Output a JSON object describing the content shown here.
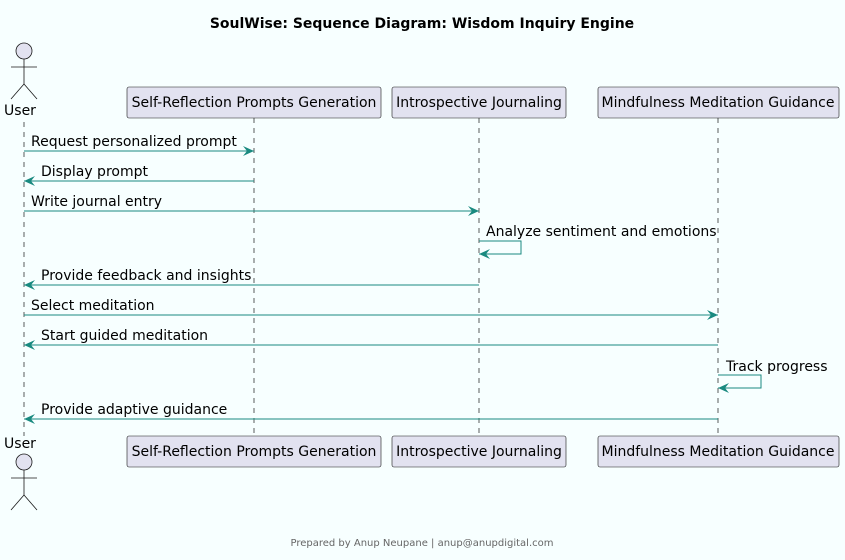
{
  "title": "SoulWise: Sequence Diagram: Wisdom Inquiry Engine",
  "footer": "Prepared by Anup Neupane | anup@anupdigital.com",
  "colors": {
    "background": "#f7ffff",
    "arrow": "#1a8a80",
    "participant_fill": "#e2e2f0",
    "participant_border": "#181818",
    "lifeline": "#181818",
    "text": "#000000"
  },
  "actor": {
    "label": "User"
  },
  "participants": [
    {
      "label": "Self-Reflection Prompts Generation"
    },
    {
      "label": "Introspective Journaling"
    },
    {
      "label": "Mindfulness Meditation Guidance"
    }
  ],
  "messages": [
    {
      "from": 0,
      "to": 1,
      "label": "Request personalized prompt"
    },
    {
      "from": 1,
      "to": 0,
      "label": "Display prompt"
    },
    {
      "from": 0,
      "to": 2,
      "label": "Write journal entry"
    },
    {
      "from": 2,
      "to": 2,
      "label": "Analyze sentiment and emotions"
    },
    {
      "from": 2,
      "to": 0,
      "label": "Provide feedback and insights"
    },
    {
      "from": 0,
      "to": 3,
      "label": "Select meditation"
    },
    {
      "from": 3,
      "to": 0,
      "label": "Start guided meditation"
    },
    {
      "from": 3,
      "to": 3,
      "label": "Track progress"
    },
    {
      "from": 3,
      "to": 0,
      "label": "Provide adaptive guidance"
    }
  ]
}
